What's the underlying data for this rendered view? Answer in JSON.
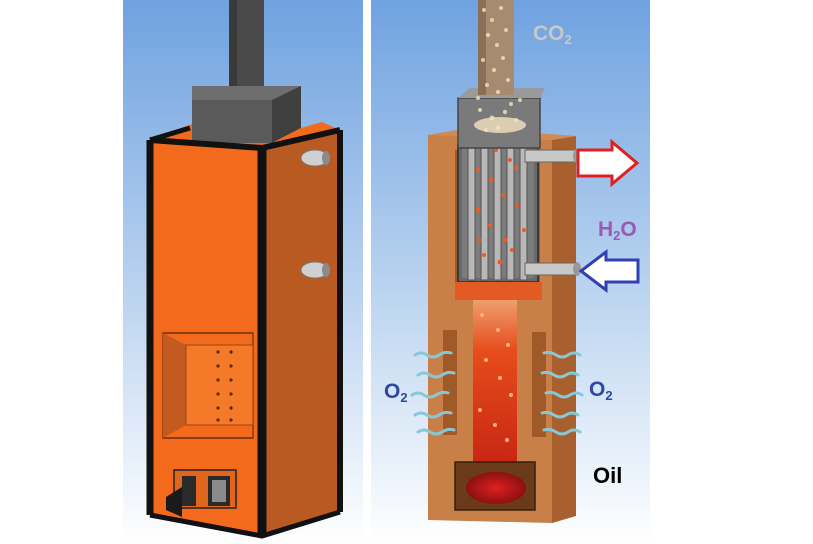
{
  "labels": {
    "co2": {
      "main": "CO",
      "sub": "2",
      "color": "#c8c8c8"
    },
    "h2o": {
      "main": "H",
      "sub": "2",
      "tail": "O",
      "color": "#9b59b6"
    },
    "o2_left": {
      "main": "O",
      "sub": "2",
      "color": "#2e4aa0"
    },
    "o2_right": {
      "main": "O",
      "sub": "2",
      "color": "#2e4aa0"
    },
    "oil": {
      "text": "Oil",
      "color": "#000000"
    }
  },
  "colors": {
    "sky_top": "#6fa2e0",
    "sky_bottom": "#ffffff",
    "furnace_orange": "#f36a1c",
    "furnace_brown": "#b45a21",
    "cutaway_brown": "#c07840",
    "flame": "#e8401a",
    "water_out_arrow": "#e02020",
    "water_in_arrow": "#3040b0",
    "air_flow": "#86c8d8"
  }
}
